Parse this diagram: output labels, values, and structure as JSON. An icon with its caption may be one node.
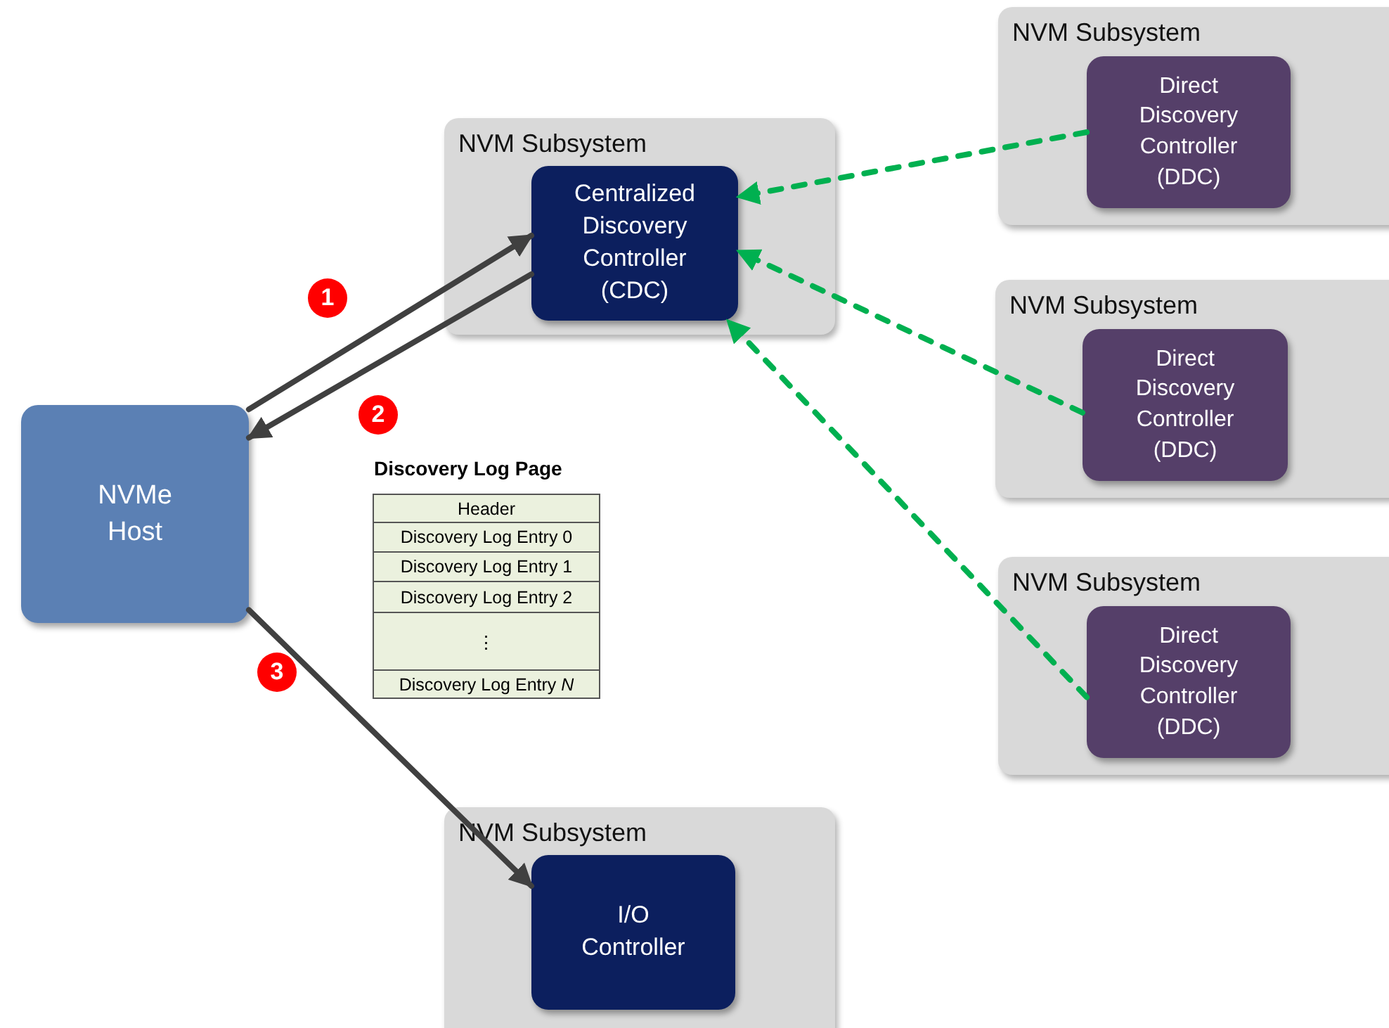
{
  "diagram": {
    "nodes": [
      {
        "text": [
          "NVMe Host"
        ]
      },
      {
        "text": [
          "NVM Subsystem"
        ]
      },
      {
        "text": [
          "Centralized Discovery Controller (CDC)"
        ],
        "in": 1
      },
      {
        "text": [
          "NVM Subsystem"
        ]
      },
      {
        "text": [
          "Direct Discovery Controller (DDC)"
        ],
        "in": 3
      },
      {
        "text": [
          "NVM Subsystem"
        ]
      },
      {
        "text": [
          "Direct Discovery Controller (DDC)"
        ],
        "in": 5
      },
      {
        "text": [
          "NVM Subsystem"
        ]
      },
      {
        "text": [
          "Direct Discovery Controller (DDC)"
        ],
        "in": 7
      },
      {
        "text": [
          "NVM Subsystem"
        ]
      },
      {
        "text": [
          "I/O Controller"
        ],
        "in": 9
      }
    ],
    "edges": [
      {
        "from": 0,
        "to": 2,
        "arrow": "to"
      },
      {
        "from": 2,
        "to": 0,
        "arrow": "to"
      },
      {
        "from": 0,
        "to": 10,
        "arrow": "to"
      },
      {
        "from": 4,
        "to": 2,
        "arrow": "to",
        "style": "dashed",
        "color": "#00b050"
      },
      {
        "from": 6,
        "to": 2,
        "arrow": "to",
        "style": "dashed",
        "color": "#00b050"
      },
      {
        "from": 8,
        "to": 2,
        "arrow": "to",
        "style": "dashed",
        "color": "#00b050"
      }
    ],
    "labels": [
      "1",
      "2",
      "3",
      "Discovery Log Page",
      "Header",
      "Discovery Log Entry 0",
      "Discovery Log Entry 1",
      "Discovery Log Entry 2",
      "⋮",
      "Discovery Log Entry *N*"
    ]
  }
}
